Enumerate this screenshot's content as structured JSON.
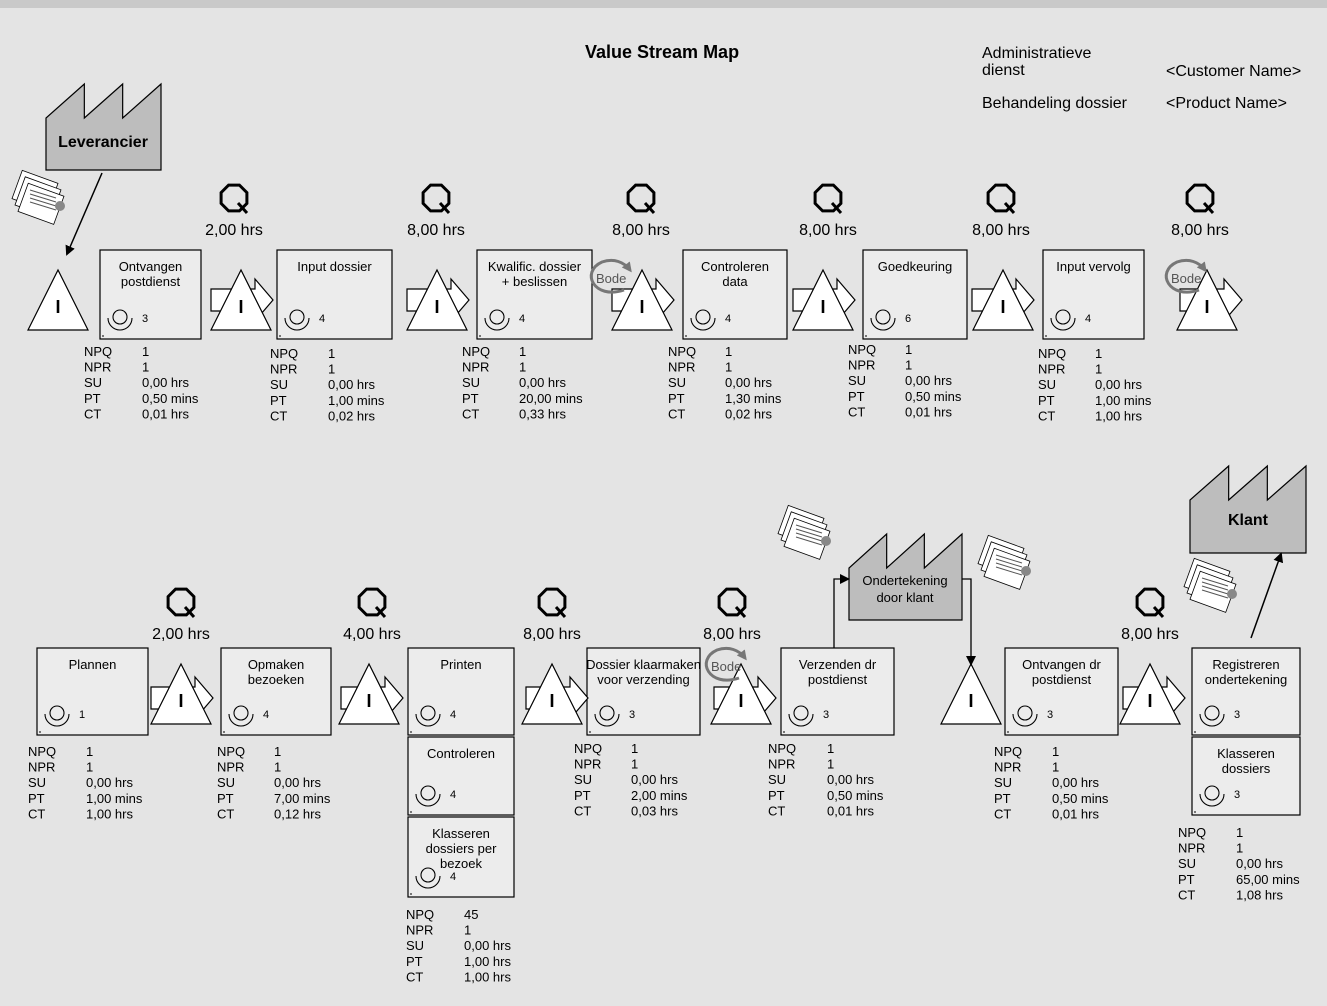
{
  "title": "Value Stream Map",
  "header": {
    "department": "Administratieve dienst",
    "customer_placeholder": "<Customer Name>",
    "process_name": "Behandeling dossier",
    "product_placeholder": "<Product Name>"
  },
  "supplier": "Leverancier",
  "customer": "Klant",
  "external_step": "Ondertekening door klant",
  "inventory_glyph": "I",
  "expedite_label": "Bode",
  "metric_keys": [
    "NPQ",
    "NPR",
    "SU",
    "PT",
    "CT"
  ],
  "queues": [
    "2,00 hrs",
    "8,00 hrs",
    "8,00 hrs",
    "8,00 hrs",
    "8,00 hrs",
    "8,00 hrs",
    "2,00 hrs",
    "4,00 hrs",
    "8,00 hrs",
    "8,00 hrs",
    "8,00 hrs"
  ],
  "processes": [
    {
      "name": "Ontvangen postdienst",
      "operators": "3",
      "metrics": [
        "1",
        "1",
        "0,00 hrs",
        "0,50 mins",
        "0,01 hrs"
      ]
    },
    {
      "name": "Input dossier",
      "operators": "4",
      "metrics": [
        "1",
        "1",
        "0,00 hrs",
        "1,00 mins",
        "0,02 hrs"
      ]
    },
    {
      "name": "Kwalific. dossier + beslissen",
      "operators": "4",
      "metrics": [
        "1",
        "1",
        "0,00 hrs",
        "20,00 mins",
        "0,33 hrs"
      ]
    },
    {
      "name": "Controleren data",
      "operators": "4",
      "metrics": [
        "1",
        "1",
        "0,00 hrs",
        "1,30 mins",
        "0,02 hrs"
      ]
    },
    {
      "name": "Goedkeuring",
      "operators": "6",
      "metrics": [
        "1",
        "1",
        "0,00 hrs",
        "0,50 mins",
        "0,01 hrs"
      ]
    },
    {
      "name": "Input vervolg",
      "operators": "4",
      "metrics": [
        "1",
        "1",
        "0,00 hrs",
        "1,00 mins",
        "1,00 hrs"
      ]
    },
    {
      "name": "Plannen",
      "operators": "1",
      "metrics": [
        "1",
        "1",
        "0,00 hrs",
        "1,00 mins",
        "1,00 hrs"
      ]
    },
    {
      "name": "Opmaken bezoeken",
      "operators": "4",
      "metrics": [
        "1",
        "1",
        "0,00 hrs",
        "7,00 mins",
        "0,12 hrs"
      ]
    },
    {
      "name": "Printen",
      "operators": "4",
      "metrics": [
        "45",
        "1",
        "0,00 hrs",
        "1,00 hrs",
        "1,00 hrs"
      ]
    },
    {
      "name": "Controleren",
      "operators": "4"
    },
    {
      "name": "Klasseren dossiers per bezoek",
      "operators": "4"
    },
    {
      "name": "Dossier klaarmaken voor verzending",
      "operators": "3",
      "metrics": [
        "1",
        "1",
        "0,00 hrs",
        "2,00 mins",
        "0,03 hrs"
      ]
    },
    {
      "name": "Verzenden dr postdienst",
      "operators": "3",
      "metrics": [
        "1",
        "1",
        "0,00 hrs",
        "0,50 mins",
        "0,01 hrs"
      ]
    },
    {
      "name": "Ontvangen dr postdienst",
      "operators": "3",
      "metrics": [
        "1",
        "1",
        "0,00 hrs",
        "0,50 mins",
        "0,01 hrs"
      ]
    },
    {
      "name": "Registreren ondertekening",
      "operators": "3",
      "metrics": [
        "1",
        "1",
        "0,00 hrs",
        "65,00 mins",
        "1,08 hrs"
      ]
    },
    {
      "name": "Klasseren dossiers",
      "operators": "3"
    }
  ]
}
